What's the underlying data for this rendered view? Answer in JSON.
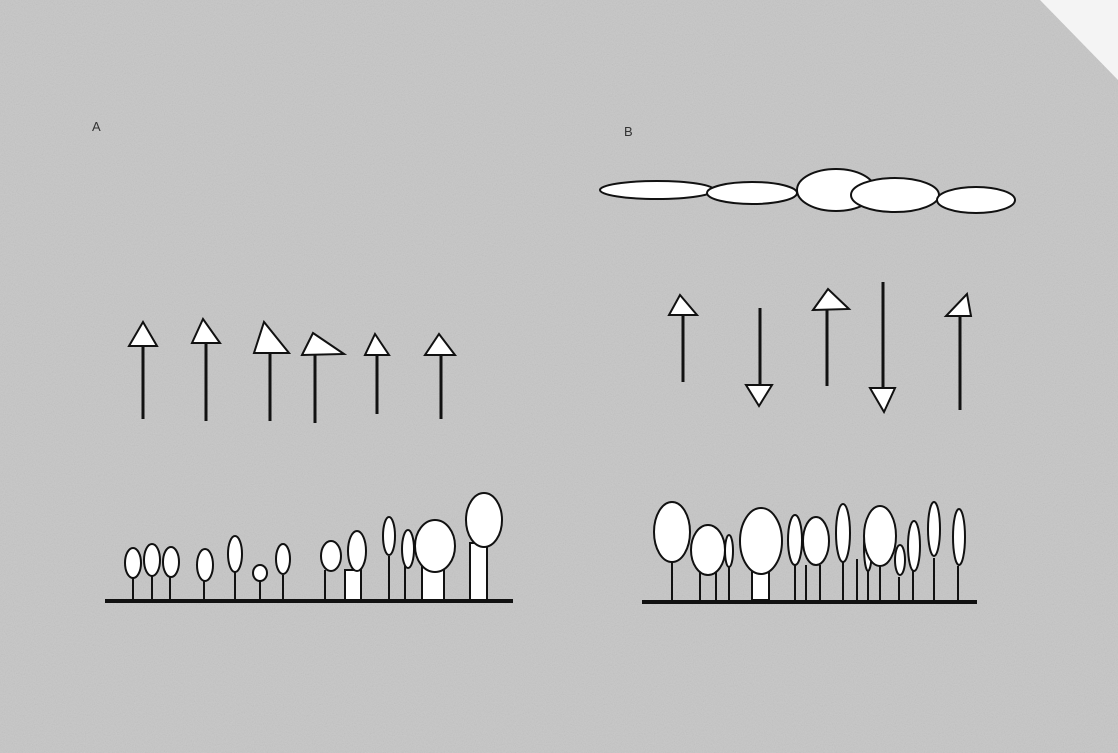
{
  "panels": [
    {
      "id": "A",
      "label": "A",
      "arrow_directions": [
        "up",
        "up",
        "up",
        "up",
        "up",
        "up"
      ]
    },
    {
      "id": "B",
      "label": "B",
      "arrow_directions": [
        "up",
        "down",
        "up",
        "down",
        "up"
      ]
    }
  ],
  "colors": {
    "background": "#c4c4c4",
    "ink": "#111111",
    "fill": "#ffffff"
  }
}
